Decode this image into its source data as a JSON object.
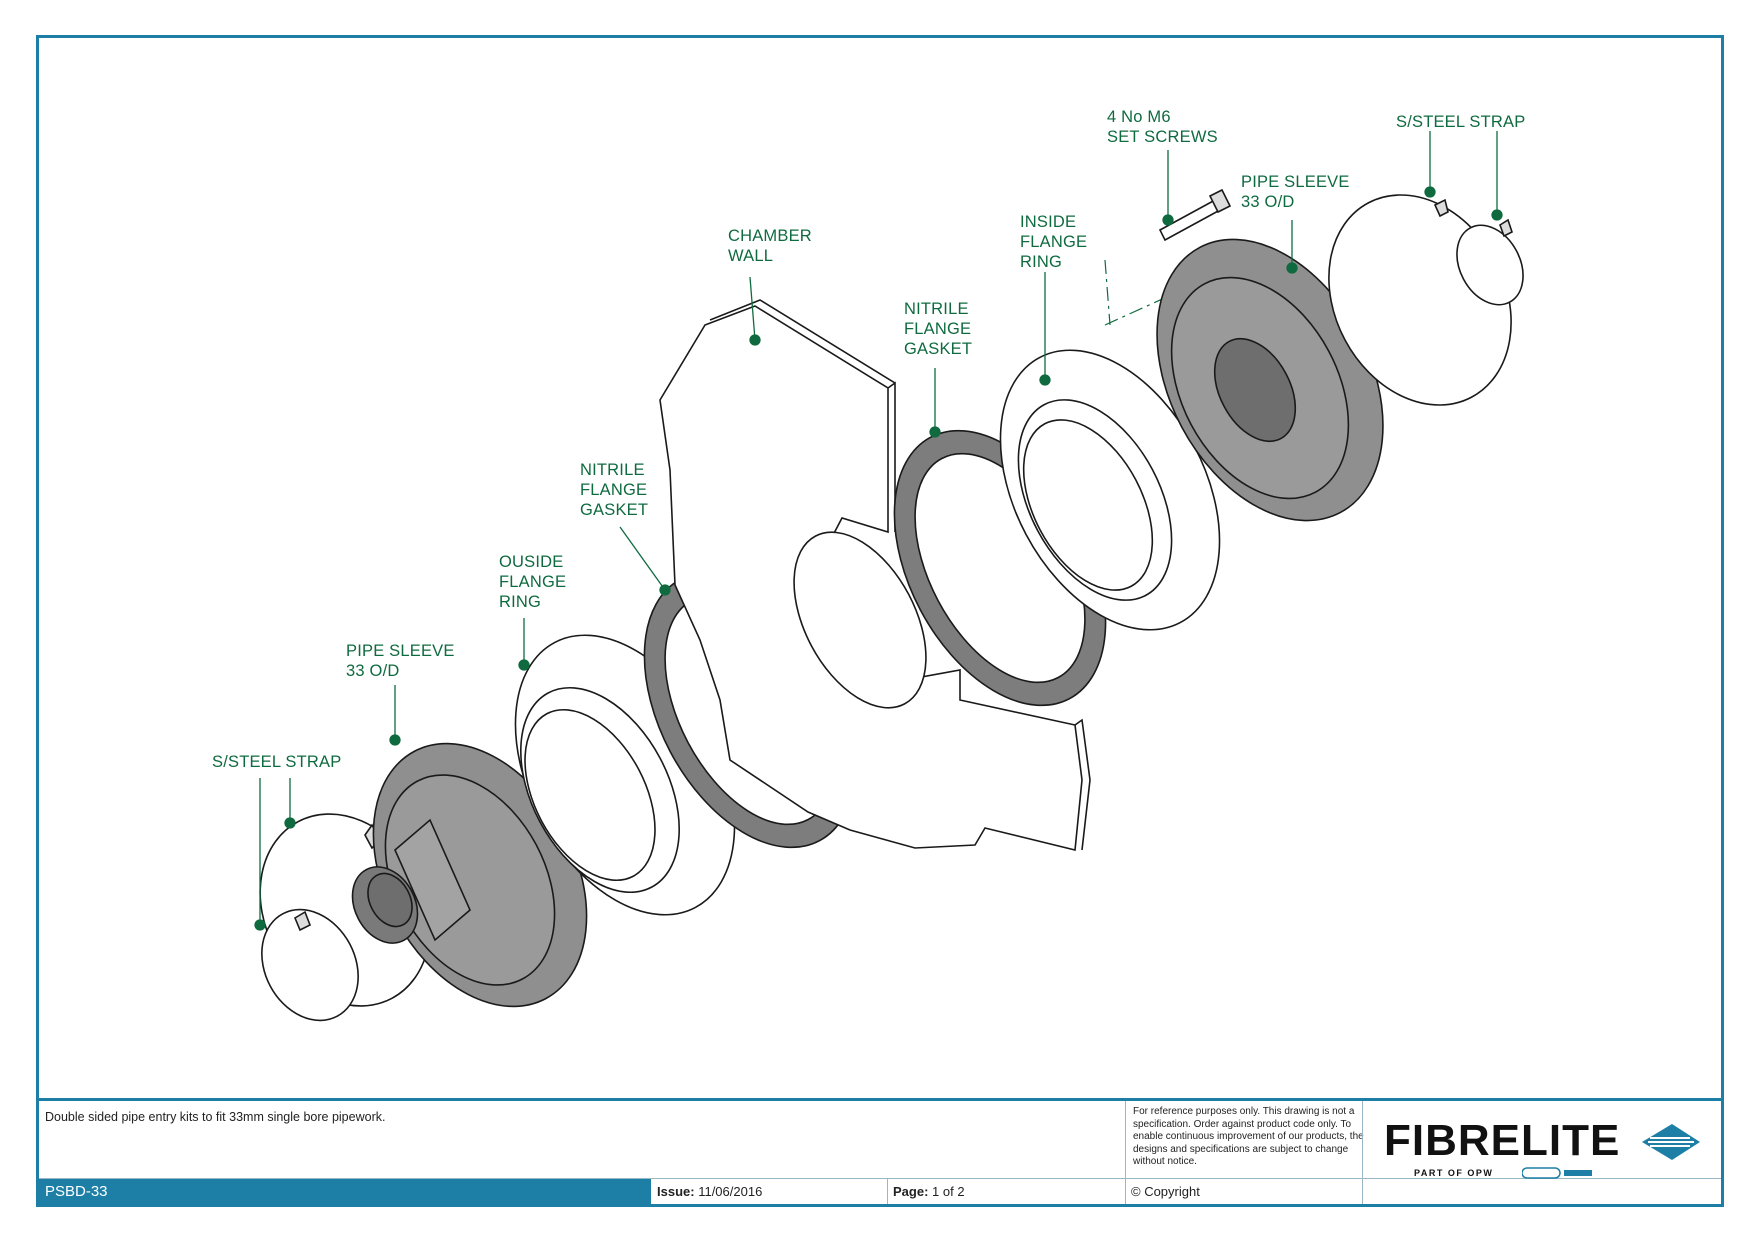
{
  "sheet": {
    "accent_color": "#1d7fa6",
    "callout_color": "#0f6b3f"
  },
  "callouts": {
    "strap_left": "S/STEEL STRAP",
    "sleeve_left_1": "PIPE SLEEVE",
    "sleeve_left_2": "33 O/D",
    "outside_ring_1": "OUSIDE",
    "outside_ring_2": "FLANGE",
    "outside_ring_3": "RING",
    "gasket_left_1": "NITRILE",
    "gasket_left_2": "FLANGE",
    "gasket_left_3": "GASKET",
    "wall_1": "CHAMBER",
    "wall_2": "WALL",
    "gasket_right_1": "NITRILE",
    "gasket_right_2": "FLANGE",
    "gasket_right_3": "GASKET",
    "inside_ring_1": "INSIDE",
    "inside_ring_2": "FLANGE",
    "inside_ring_3": "RING",
    "screws_1": "4 No M6",
    "screws_2": "SET SCREWS",
    "sleeve_right_1": "PIPE SLEEVE",
    "sleeve_right_2": "33 O/D",
    "strap_right": "S/STEEL STRAP"
  },
  "title_block": {
    "description": "Double sided pipe entry kits to fit 33mm single bore pipework.",
    "note": "For reference purposes only. This drawing is not a specification. Order against product code only.  To enable continuous improvement of our products, the designs and specifications are subject to change without notice.",
    "code": "PSBD-33",
    "issue_label": "Issue:",
    "issue_value": "11/06/2016",
    "page_label": "Page:",
    "page_value": "1 of 2",
    "copyright": "© Copyright"
  },
  "logo": {
    "name": "FIBRELITE",
    "tagline": "PART OF OPW",
    "icon": "arrow-diamond-logo-icon"
  }
}
